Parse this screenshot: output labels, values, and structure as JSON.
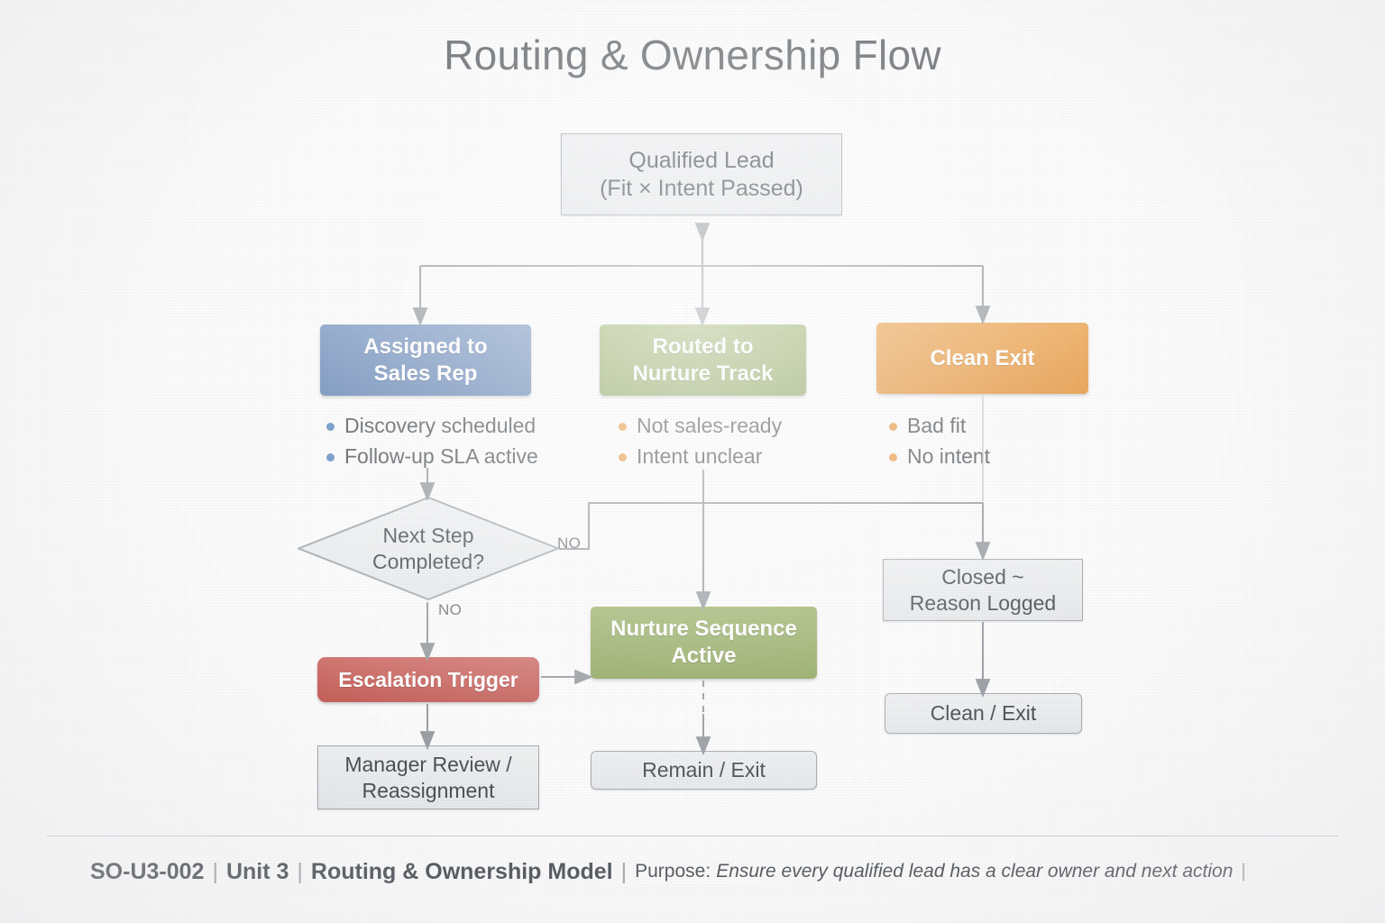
{
  "page": {
    "title": "Routing & Ownership Flow",
    "background_color": "#fbfbfb"
  },
  "palette": {
    "blue": "#5b80b2",
    "green": "#8aa552",
    "orange": "#e8912e",
    "red": "#c4534c",
    "neutral": "#e6e9ec",
    "connector": "#8b9096",
    "text": "#3f4448"
  },
  "nodes": {
    "qualified_lead": {
      "label": "Qualified Lead\n(Fit × Intent Passed)",
      "style": "plain"
    },
    "assigned_to_sales_rep": {
      "label": "Assigned to\nSales Rep",
      "style": "blue"
    },
    "routed_to_nurture_track": {
      "label": "Routed to\nNurture Track",
      "style": "green"
    },
    "clean_exit": {
      "label": "Clean Exit",
      "style": "orange"
    },
    "next_step_completed": {
      "label": "Next Step\nCompleted?",
      "style": "diamond"
    },
    "closed_reason_logged": {
      "label": "Closed  ~\nReason Logged",
      "style": "plain"
    },
    "nurture_sequence_active": {
      "label": "Nurture Sequence\nActive",
      "style": "green"
    },
    "escalation_trigger": {
      "label": "Escalation Trigger",
      "style": "red"
    },
    "clean_exit_terminal": {
      "label": "Clean / Exit",
      "style": "plain"
    },
    "manager_review": {
      "label": "Manager Review /\nReassignment",
      "style": "plain"
    },
    "remain_exit": {
      "label": "Remain / Exit",
      "style": "plain"
    }
  },
  "bullets": {
    "assigned": {
      "color": "#4a7ebb",
      "items": [
        "Discovery scheduled",
        "Follow-up SLA active"
      ]
    },
    "nurture": {
      "color": "#e8912e",
      "items": [
        "Not sales-ready",
        "Intent unclear"
      ]
    },
    "exit": {
      "color": "#e8912e",
      "items": [
        "Bad fit",
        "No intent"
      ]
    }
  },
  "edge_labels": {
    "no_right": "NO",
    "no_down": "NO"
  },
  "footer": {
    "code": "SO-U3-002",
    "sep": "|",
    "unit": "Unit 3",
    "model": "Routing & Ownership Model",
    "purpose_label": "Purpose:",
    "purpose_text": "Ensure every qualified lead has a clear owner and next action",
    "end_bar": "|"
  }
}
